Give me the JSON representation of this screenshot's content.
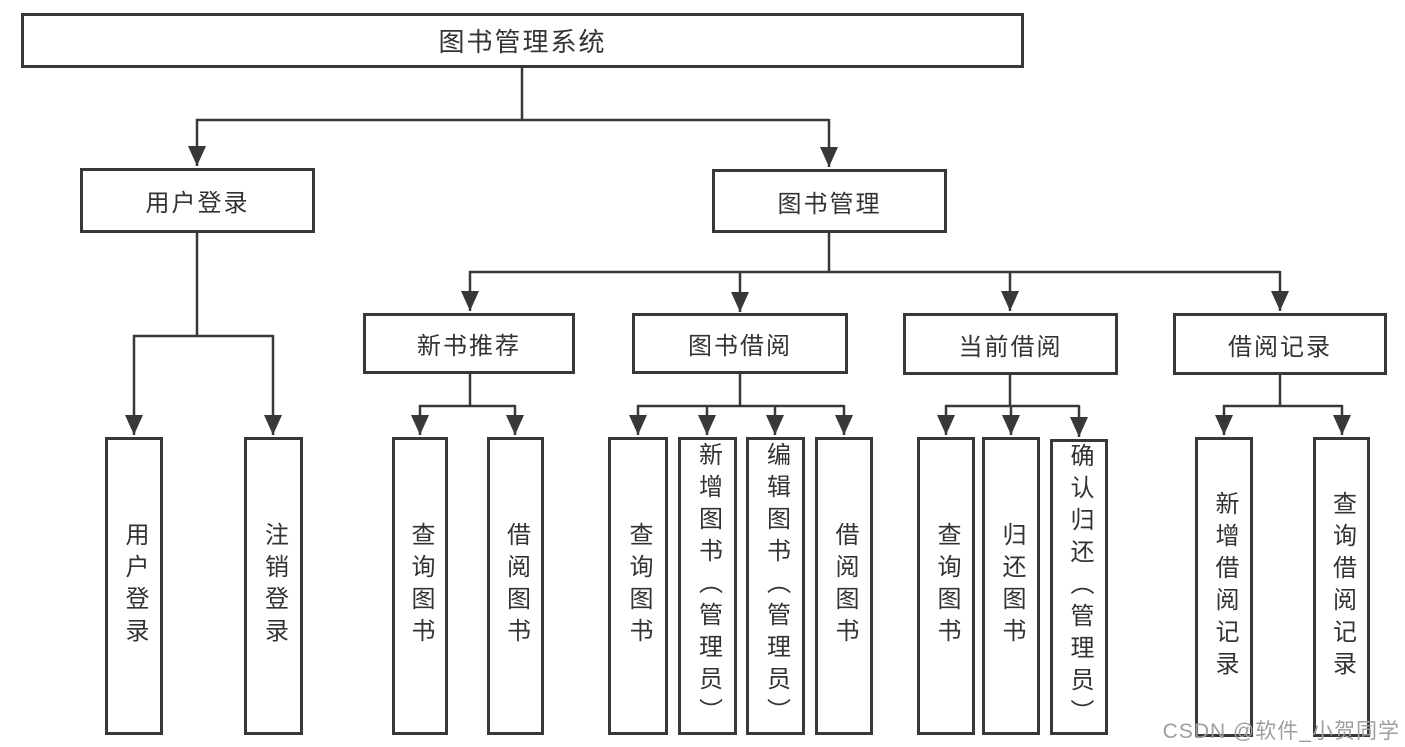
{
  "diagram": {
    "root": {
      "label": "图书管理系统",
      "children": [
        {
          "label": "用户登录",
          "children": [
            {
              "label": "用户登录"
            },
            {
              "label": "注销登录"
            }
          ]
        },
        {
          "label": "图书管理",
          "children": [
            {
              "label": "新书推荐",
              "children": [
                {
                  "label": "查询图书"
                },
                {
                  "label": "借阅图书"
                }
              ]
            },
            {
              "label": "图书借阅",
              "children": [
                {
                  "label": "查询图书"
                },
                {
                  "label": "新增图书（管理员）"
                },
                {
                  "label": "编辑图书（管理员）"
                },
                {
                  "label": "借阅图书"
                }
              ]
            },
            {
              "label": "当前借阅",
              "children": [
                {
                  "label": "查询图书"
                },
                {
                  "label": "归还图书"
                },
                {
                  "label": "确认归还（管理员）"
                }
              ]
            },
            {
              "label": "借阅记录",
              "children": [
                {
                  "label": "新增借阅记录"
                },
                {
                  "label": "查询借阅记录"
                }
              ]
            }
          ]
        }
      ]
    }
  },
  "watermark": {
    "text": "CSDN @软件_小贺同学"
  },
  "colors": {
    "line": "#383838",
    "border": "#383838",
    "text": "#333333",
    "watermark": "#9e9e9e",
    "background": "#ffffff"
  }
}
